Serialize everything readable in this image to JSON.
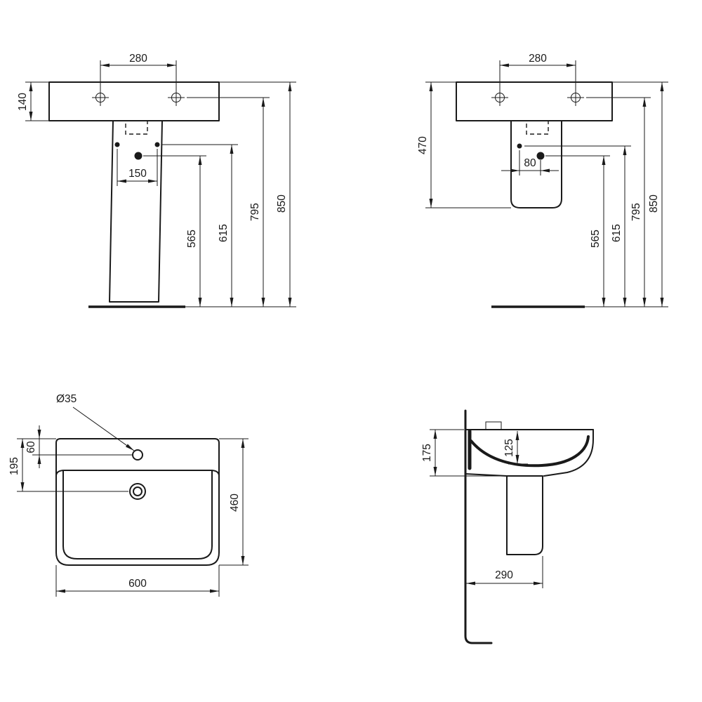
{
  "drawing": {
    "background": "#ffffff",
    "line_color": "#1a1a1a",
    "views": {
      "front_elevation": {
        "tap_hole_spacing": "280",
        "basin_height": "140",
        "fixing_hole_spacing": "150",
        "outlet_height": "565",
        "fixing_height": "615",
        "underside_height": "795",
        "overall_height": "850"
      },
      "side_elevation": {
        "tap_hole_spacing": "280",
        "semi_pedestal_height": "470",
        "fixing_hole_spacing": "80",
        "outlet_height": "565",
        "fixing_height": "615",
        "underside_height": "795",
        "overall_height": "850"
      },
      "plan": {
        "tap_hole_diameter": "Ø35",
        "tap_hole_offset": "60",
        "outlet_offset": "195",
        "overall_depth": "460",
        "overall_width": "600"
      },
      "section": {
        "front_edge_height": "175",
        "bowl_depth": "125",
        "projection": "290"
      }
    }
  }
}
